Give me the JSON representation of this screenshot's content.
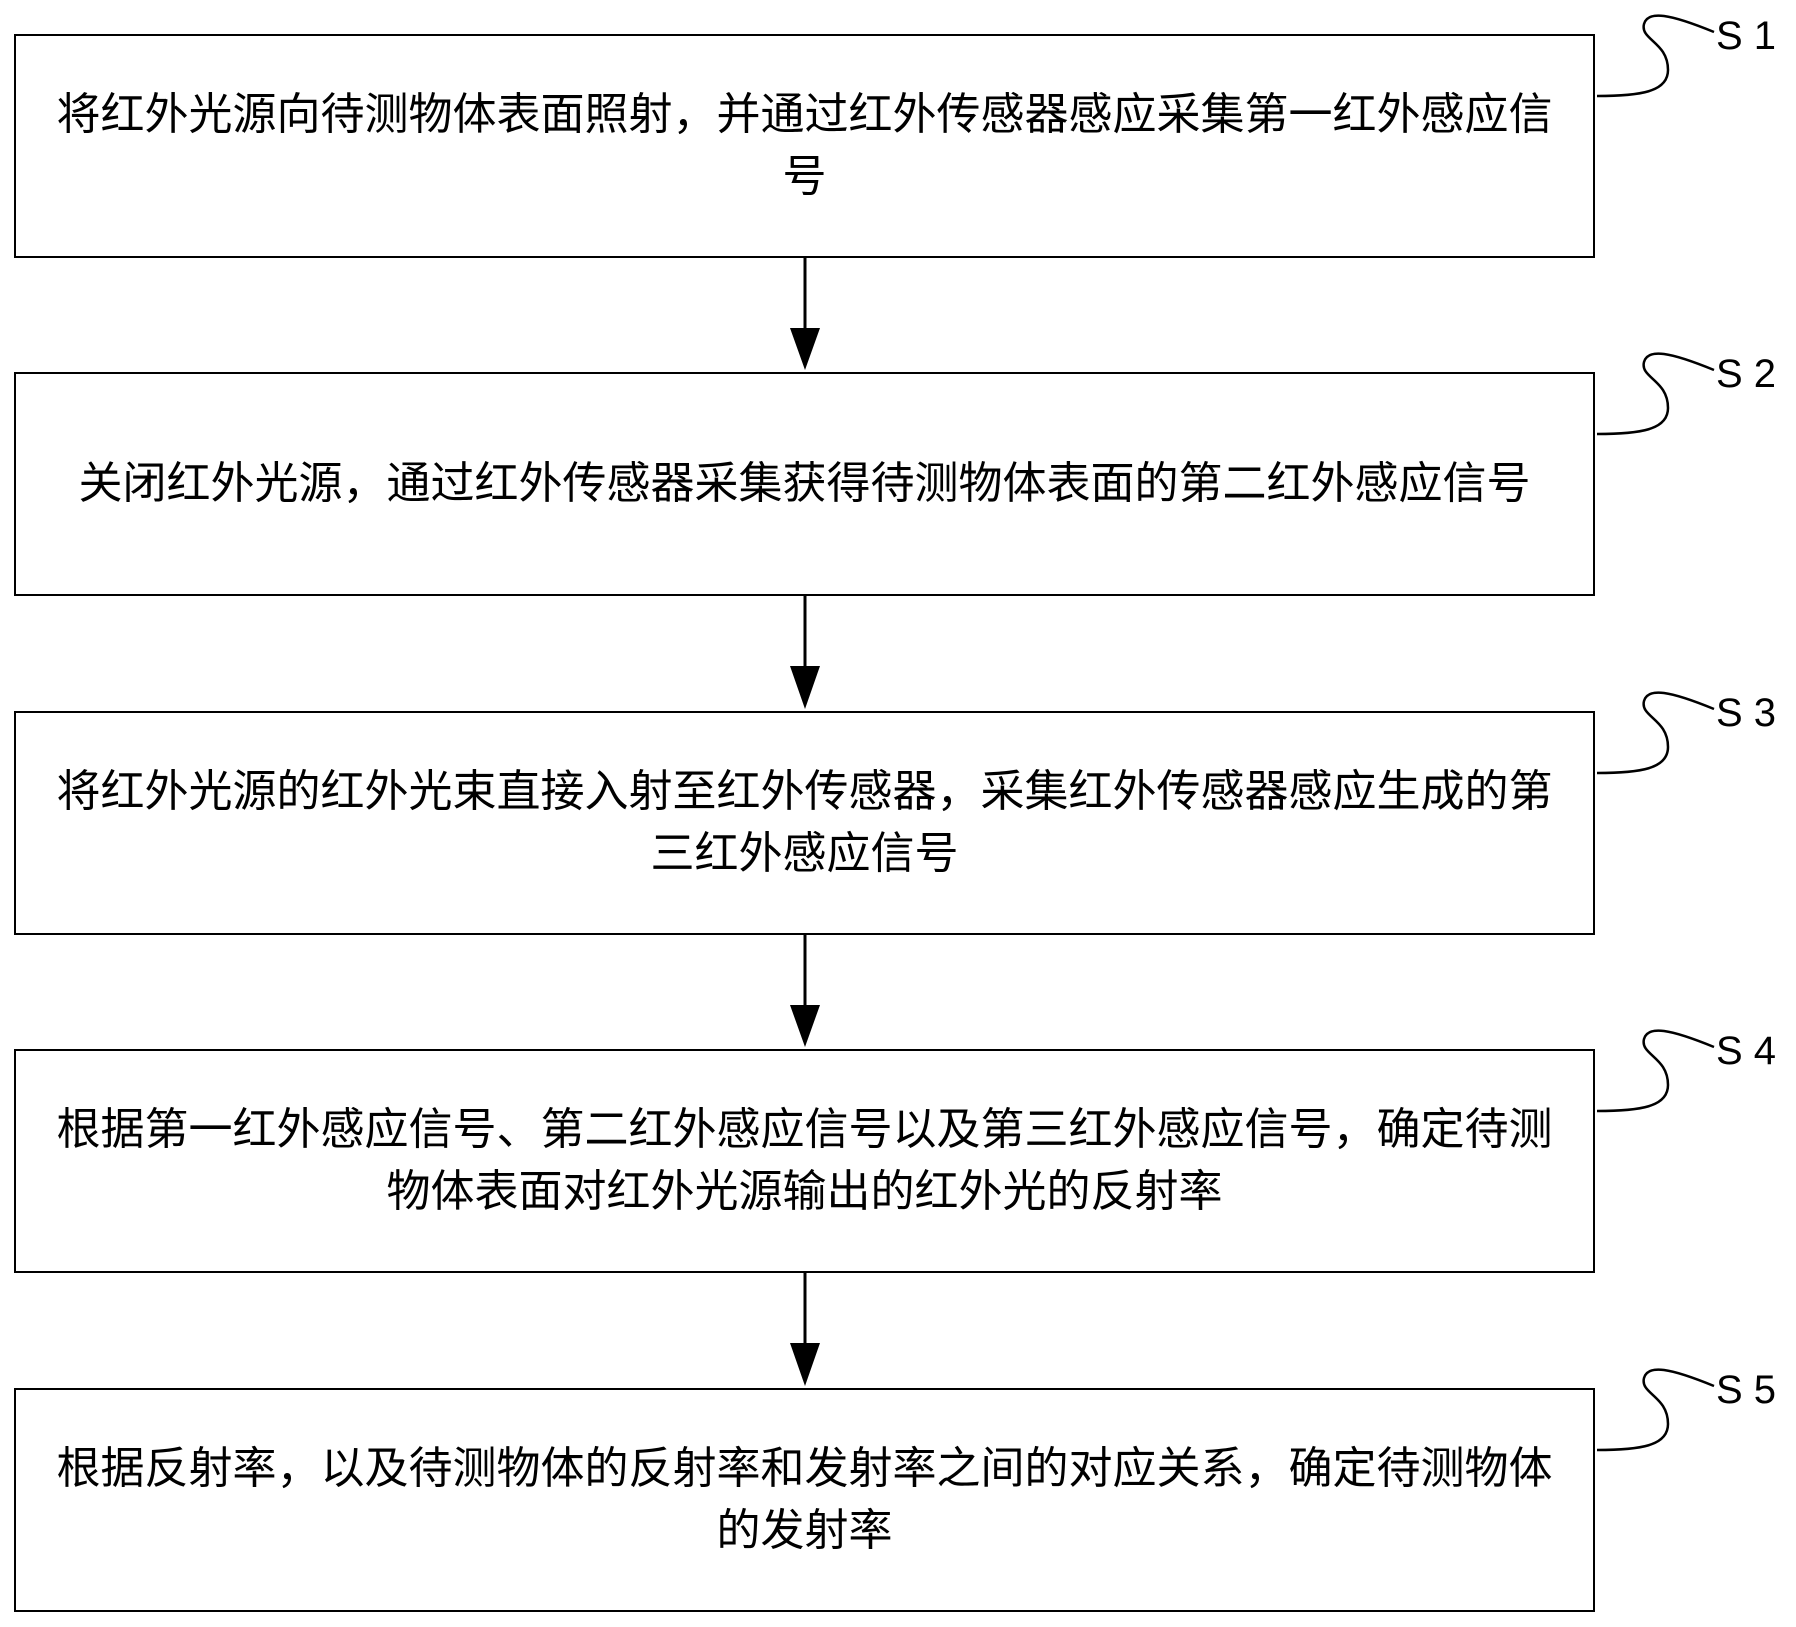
{
  "steps": [
    {
      "label": "S 1",
      "text": "将红外光源向待测物体表面照射，并通过红外传感器感应采集第一红外感应信号"
    },
    {
      "label": "S 2",
      "text": "关闭红外光源，通过红外传感器采集获得待测物体表面的第二红外感应信号"
    },
    {
      "label": "S 3",
      "text": "将红外光源的红外光束直接入射至红外传感器，采集红外传感器感应生成的第三红外感应信号"
    },
    {
      "label": "S 4",
      "text": "根据第一红外感应信号、第二红外感应信号以及第三红外感应信号，确定待测物体表面对红外光源输出的红外光的反射率"
    },
    {
      "label": "S 5",
      "text": "根据反射率，以及待测物体的反射率和发射率之间的对应关系，确定待测物体的发射率"
    }
  ],
  "colors": {
    "stroke": "#000000",
    "background": "#ffffff"
  }
}
